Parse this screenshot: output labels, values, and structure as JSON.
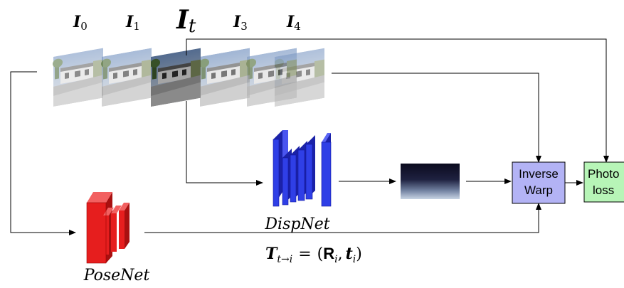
{
  "frames": [
    {
      "id": "I0",
      "base": "I",
      "sub": "0"
    },
    {
      "id": "I1",
      "base": "I",
      "sub": "1"
    },
    {
      "id": "It",
      "base": "I",
      "sub": "t"
    },
    {
      "id": "I3",
      "base": "I",
      "sub": "3"
    },
    {
      "id": "I4",
      "base": "I",
      "sub": "4"
    }
  ],
  "nodes": {
    "dispnet_label": "DispNet",
    "posenet_label": "PoseNet",
    "inverse_warp_line1": "Inverse",
    "inverse_warp_line2": "Warp",
    "photo_loss_line1": "Photo",
    "photo_loss_line2": "loss"
  },
  "pose_equation": {
    "lhs_base": "T",
    "lhs_sub": "t→i",
    "equals": "=",
    "rhs_open": "(",
    "rot": "R",
    "rot_sub": "i",
    "comma": ",",
    "trans": "t",
    "trans_sub": "i",
    "rhs_close": ")"
  },
  "colors": {
    "dispnet": "#2f3fe6",
    "posenet": "#e61e1e",
    "inverse_warp_fill": "#b3b3f5",
    "photo_loss_fill": "#b7f5b7",
    "line": "#000000"
  }
}
